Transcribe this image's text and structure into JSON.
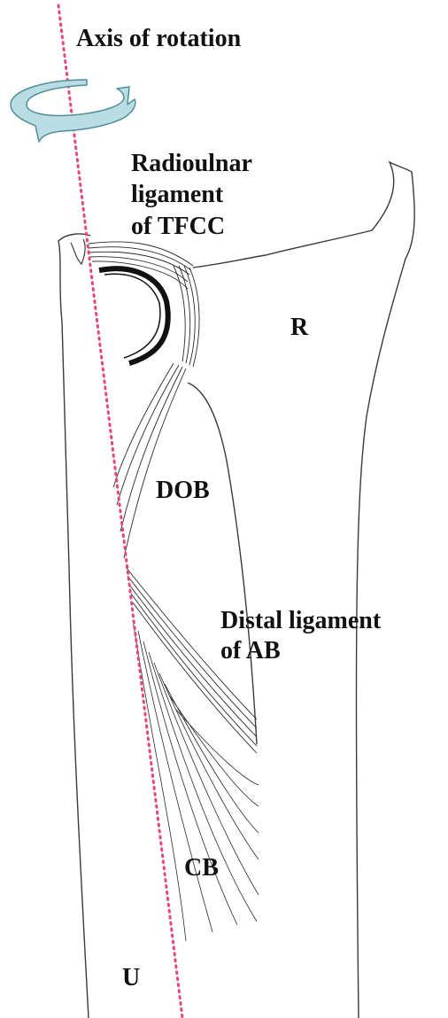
{
  "labels": {
    "axis": "Axis of rotation",
    "radioulnar_line1": "Radioulnar",
    "radioulnar_line2": "ligament",
    "radioulnar_line3": "of TFCC",
    "radius": "R",
    "dob": "DOB",
    "distal_line1": "Distal ligament",
    "distal_line2": "of AB",
    "cb": "CB",
    "ulna": "U"
  },
  "colors": {
    "axis_line": "#e8457a",
    "arrow_fill": "#b9dde3",
    "arrow_stroke": "#4f8f9c",
    "bone_stroke": "#3a3a3a",
    "ligament_stroke": "#2a2a2a",
    "text": "#111111"
  }
}
